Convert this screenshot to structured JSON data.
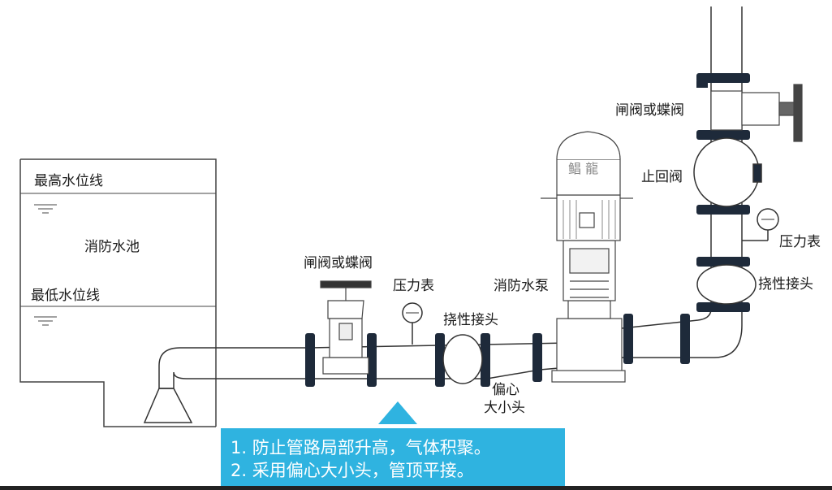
{
  "labels": {
    "max_water_level": "最高水位线",
    "fire_pool": "消防水池",
    "min_water_level": "最低水位线",
    "gate_valve_1": "闸阀或蝶阀",
    "pressure_gauge_1": "压力表",
    "flex_joint_1": "挠性接头",
    "eccentric_reducer_line1": "偏心",
    "eccentric_reducer_line2": "大小头",
    "fire_pump": "消防水泵",
    "gate_valve_2": "闸阀或蝶阀",
    "check_valve": "止回阀",
    "pressure_gauge_2": "压力表",
    "flex_joint_2": "挠性接头",
    "motor_brand": "鲳 龍"
  },
  "note": {
    "line1": "1. 防止管路局部升高，气体积聚。",
    "line2": "2. 采用偏心大小头，管顶平接。"
  },
  "colors": {
    "line": "#333333",
    "flange": "#1e2a3a",
    "note_bg": "#2fb3e0",
    "note_arrow": "#2fb3e0"
  }
}
